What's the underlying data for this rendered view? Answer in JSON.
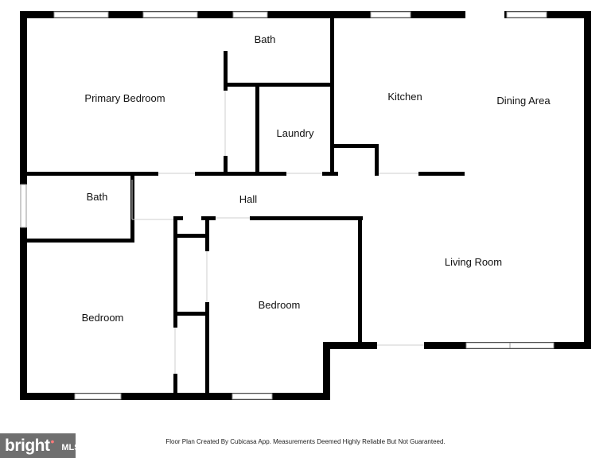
{
  "rooms": {
    "primary_bedroom": "Primary Bedroom",
    "bath_top": "Bath",
    "laundry": "Laundry",
    "kitchen": "Kitchen",
    "dining_area": "Dining Area",
    "bath_left": "Bath",
    "hall": "Hall",
    "living_room": "Living Room",
    "bedroom_left": "Bedroom",
    "bedroom_center": "Bedroom"
  },
  "footer": {
    "disclaimer": "Floor Plan Created By Cubicasa App. Measurements Deemed Highly Reliable But Not Guaranteed."
  },
  "logo": {
    "brand": "bright",
    "suffix": "MLS"
  },
  "colors": {
    "wall": "#000000",
    "window": "#9a9a9a",
    "background": "#ffffff"
  }
}
